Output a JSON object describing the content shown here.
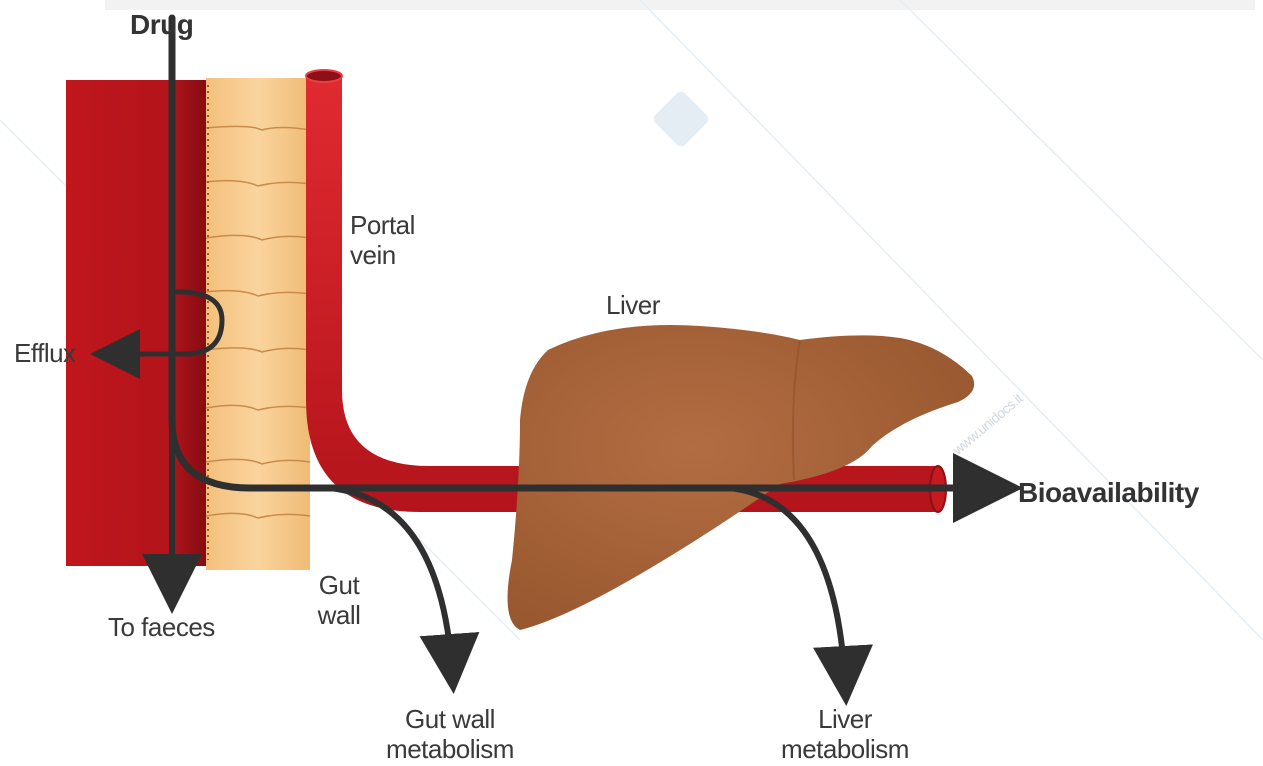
{
  "labels": {
    "drug": "Drug",
    "portal_vein_1": "Portal",
    "portal_vein_2": "vein",
    "liver": "Liver",
    "efflux": "Efflux",
    "to_faeces": "To faeces",
    "gut_wall_1": "Gut",
    "gut_wall_2": "wall",
    "gut_wall_metabolism_1": "Gut wall",
    "gut_wall_metabolism_2": "metabolism",
    "liver_metabolism_1": "Liver",
    "liver_metabolism_2": "metabolism",
    "bioavailability": "Bioavailability"
  },
  "watermark": "www.unidocs.it",
  "colors": {
    "gut_lumen": "#c3161d",
    "gut_lumen_dark": "#7e0c12",
    "gut_cells": "#f6c98a",
    "vein": "#d01a22",
    "liver": "#a8633a",
    "arrow": "#2f2f2f"
  }
}
